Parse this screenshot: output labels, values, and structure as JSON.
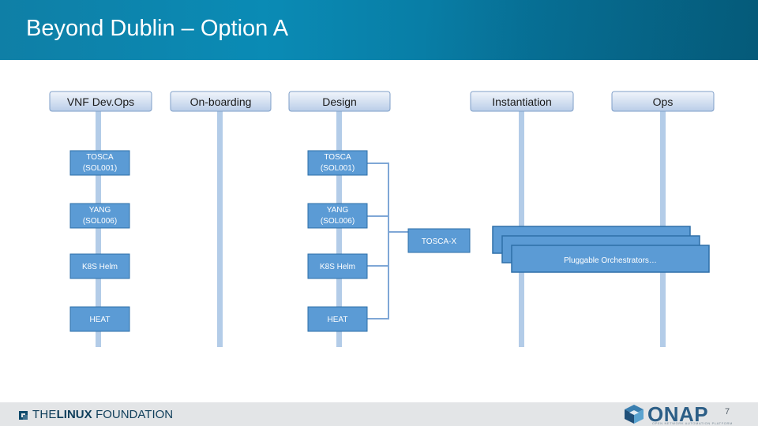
{
  "slide": {
    "title": "Beyond Dublin – Option A",
    "page_number": "7"
  },
  "stages": [
    {
      "id": "devops",
      "label": "VNF Dev.Ops"
    },
    {
      "id": "onboarding",
      "label": "On-boarding"
    },
    {
      "id": "design",
      "label": "Design"
    },
    {
      "id": "instantiation",
      "label": "Instantiation"
    },
    {
      "id": "ops",
      "label": "Ops"
    }
  ],
  "devops_items": [
    {
      "lines": [
        "TOSCA",
        "(SOL001)"
      ]
    },
    {
      "lines": [
        "YANG",
        "(SOL006)"
      ]
    },
    {
      "lines": [
        "K8S Helm"
      ]
    },
    {
      "lines": [
        "HEAT"
      ]
    }
  ],
  "design_items": [
    {
      "lines": [
        "TOSCA",
        "(SOL001)"
      ]
    },
    {
      "lines": [
        "YANG",
        "(SOL006)"
      ]
    },
    {
      "lines": [
        "K8S Helm"
      ]
    },
    {
      "lines": [
        "HEAT"
      ]
    }
  ],
  "output_label": "TOSCA-X",
  "orchestrator_label": "Pluggable Orchestrators…",
  "footer": {
    "linux_the": "THE",
    "linux_bold": "LINUX",
    "linux_foundation": "FOUNDATION",
    "onap": "ONAP",
    "onap_sub": "OPEN NETWORK AUTOMATION PLATFORM"
  },
  "colors": {
    "header": "#0a8bb5",
    "box_fill": "#5b9bd5",
    "box_border": "#2e6fa8",
    "stage_fill_top": "#e9f0f9",
    "stage_fill_bottom": "#b8cde8",
    "lifeline": "#a9c4e4",
    "connector": "#7fa7d6"
  }
}
